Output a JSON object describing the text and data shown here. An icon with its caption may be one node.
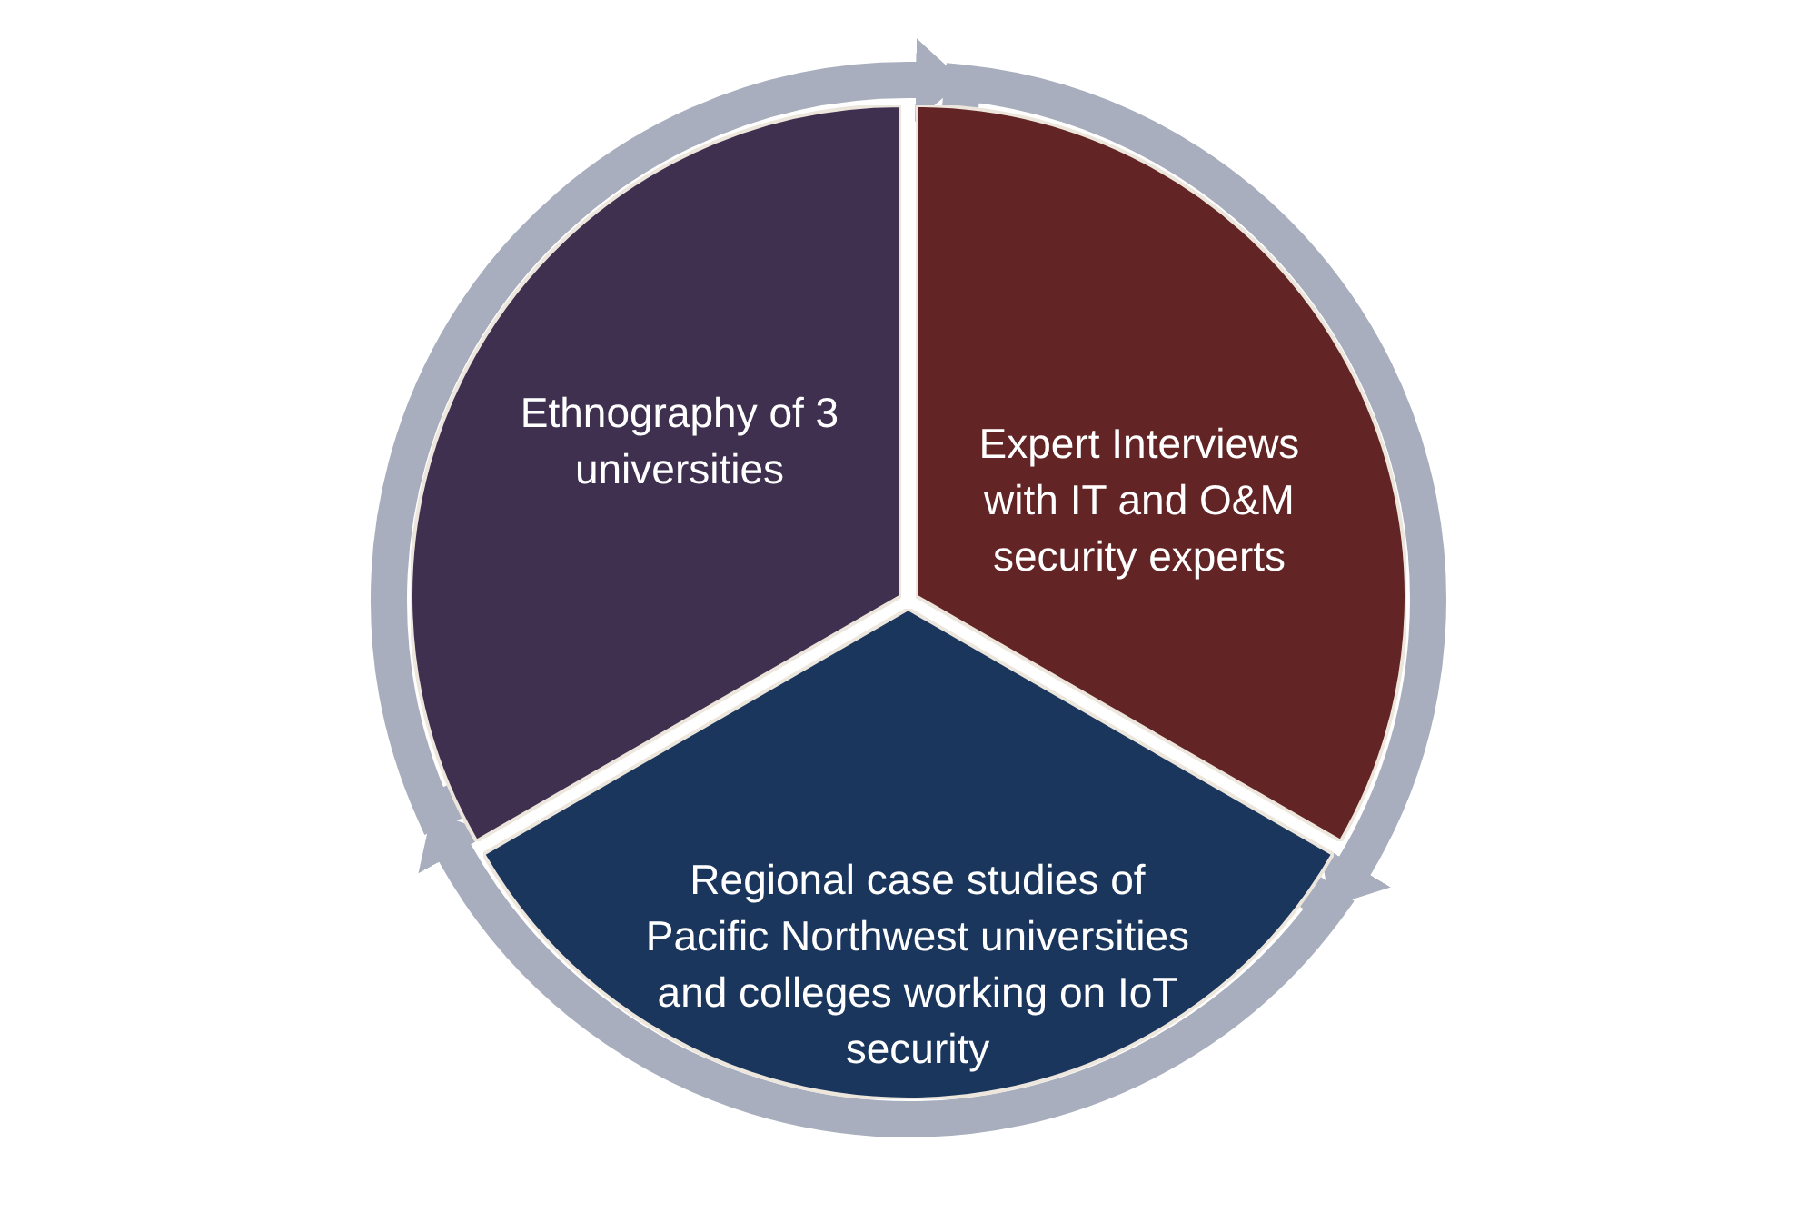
{
  "diagram": {
    "nodes": [
      {
        "text": [
          "Ethnography of 3 universities"
        ]
      },
      {
        "text": [
          "Expert Interviews with IT and O&M security experts"
        ]
      },
      {
        "text": [
          "Regional case studies of Pacific Northwest universities and colleges working on IoT security"
        ]
      }
    ],
    "edges": [
      {
        "from": 0,
        "to": 1,
        "arrow": "to"
      },
      {
        "from": 1,
        "to": 2,
        "arrow": "to"
      },
      {
        "from": 2,
        "to": 0,
        "arrow": "to"
      }
    ]
  }
}
